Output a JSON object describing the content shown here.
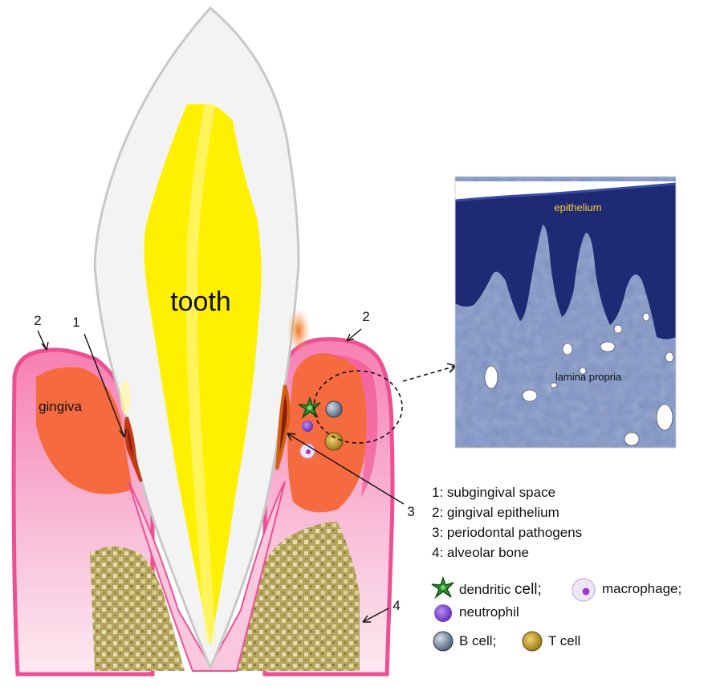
{
  "labels": {
    "tooth": "tooth",
    "gingiva": "gingiva",
    "epithelium": "epithelium",
    "lamina_propria": "lamina propria",
    "marker_1": "1",
    "marker_2_left": "2",
    "marker_2_right": "2",
    "marker_3": "3",
    "marker_4": "4"
  },
  "key": [
    {
      "number": "1",
      "text": "1: subgingival space"
    },
    {
      "number": "2",
      "text": "2: gingival epithelium"
    },
    {
      "number": "3",
      "text": "3: periodontal pathogens"
    },
    {
      "number": "4",
      "text": "4: alveolar bone"
    }
  ],
  "cell_legend": {
    "dendritic": "dendritic",
    "cell_word": "cell;",
    "macrophage": "macrophage;",
    "neutrophil": "neutrophil",
    "b_cell": "B cell;",
    "t_cell": "T cell"
  },
  "colors": {
    "gingiva_outer": "#f7b6d2",
    "gingiva_epithelium": "#ee4f93",
    "lamina": "#f56a3e",
    "pulp": "#ffee00",
    "enamel": "#f2f2f2",
    "bone": "#b3a35d",
    "histology_epithelium": "#1c2670",
    "histology_lamina": "#7f95c9",
    "histology_label": "#ffcc33"
  }
}
